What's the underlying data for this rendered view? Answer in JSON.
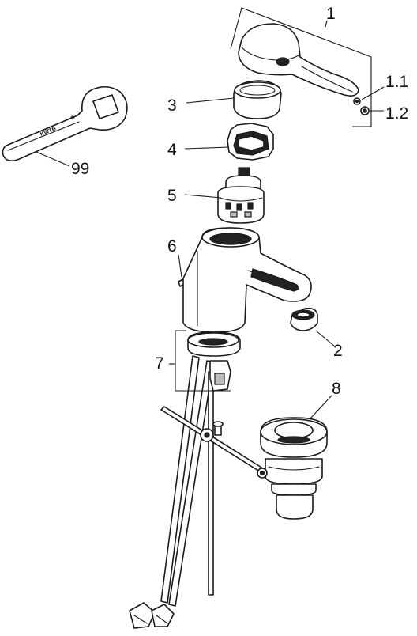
{
  "callouts": {
    "c1": "1",
    "c1_1": "1.1",
    "c1_2": "1.2",
    "c2": "2",
    "c3": "3",
    "c4": "4",
    "c5": "5",
    "c6": "6",
    "c7": "7",
    "c8": "8",
    "c99": "99"
  },
  "tool_marking": "KWTB"
}
